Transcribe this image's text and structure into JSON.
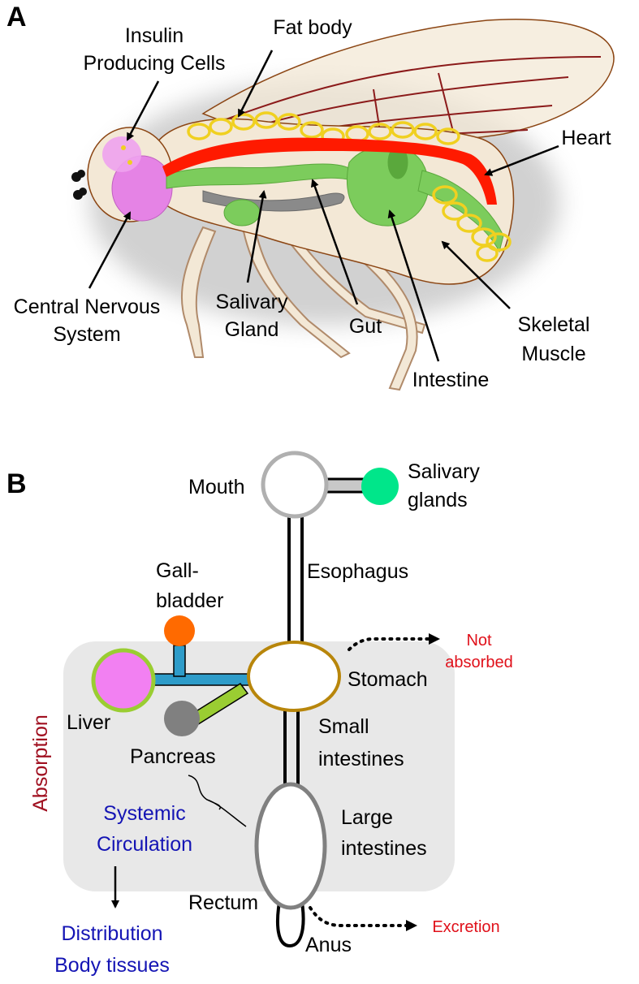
{
  "panel_a": {
    "letter": "A",
    "labels": {
      "insulin_line1": "Insulin",
      "insulin_line2": "Producing Cells",
      "fat_body": "Fat body",
      "heart": "Heart",
      "cns_line1": "Central Nervous",
      "cns_line2": "System",
      "salivary_line1": "Salivary",
      "salivary_line2": "Gland",
      "gut": "Gut",
      "intestine": "Intestine",
      "skeletal_line1": "Skeletal",
      "skeletal_line2": "Muscle"
    },
    "colors": {
      "cns": "#e583e5",
      "fat_body": "#f0d020",
      "heart": "#ff1a00",
      "gut": "#7ccc5c",
      "body": "#f3e8d6",
      "outline": "#8b4513"
    }
  },
  "panel_b": {
    "letter": "B",
    "labels": {
      "mouth": "Mouth",
      "salivary_line1": "Salivary",
      "salivary_line2": "glands",
      "esophagus": "Esophagus",
      "gall_line1": "Gall-",
      "gall_line2": "bladder",
      "not_absorbed_line1": "Not",
      "not_absorbed_line2": "absorbed",
      "stomach": "Stomach",
      "liver": "Liver",
      "pancreas": "Pancreas",
      "small_line1": "Small",
      "small_line2": "intestines",
      "absorption": "Absorption",
      "systemic_line1": "Systemic",
      "systemic_line2": "Circulation",
      "large_line1": "Large",
      "large_line2": "intestines",
      "rectum": "Rectum",
      "excretion": "Excretion",
      "anus": "Anus",
      "distribution_line1": "Distribution",
      "distribution_line2": "Body tissues"
    },
    "colors": {
      "absorption_box": "#e8e8e8",
      "salivary": "#00e68a",
      "gallbladder": "#ff6a00",
      "liver_fill": "#f280f2",
      "liver_ring": "#9acd32",
      "pancreas": "#808080",
      "duct_blue": "#2e9cc9",
      "duct_green": "#9acd32",
      "stomach_ring": "#b8860b",
      "intestine_ring": "#808080",
      "red_text": "#e0101a",
      "blue_text": "#1414b4",
      "maroon_text": "#a01020"
    }
  }
}
